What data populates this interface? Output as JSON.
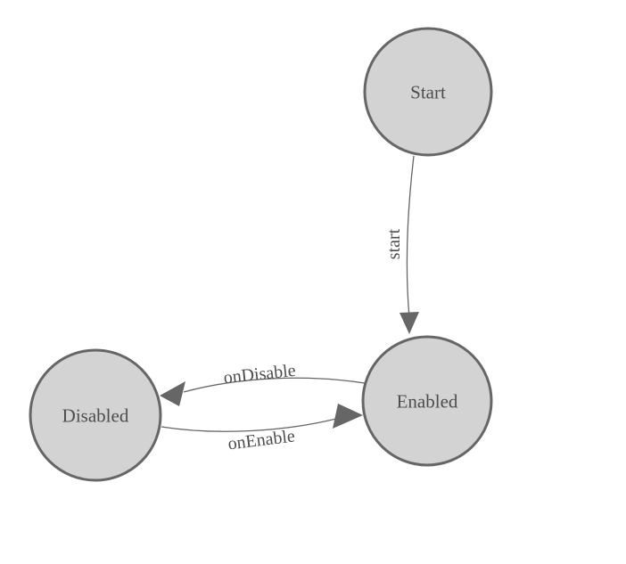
{
  "diagram": {
    "type": "state-machine",
    "background": "#ffffff",
    "colors": {
      "node_fill": "#d3d3d3",
      "node_stroke": "#666666",
      "edge_stroke": "#666666",
      "arrow_fill": "#666666",
      "text": "#4d4d4d"
    },
    "nodes": [
      {
        "id": "start",
        "label": "Start"
      },
      {
        "id": "enabled",
        "label": "Enabled"
      },
      {
        "id": "disabled",
        "label": "Disabled"
      }
    ],
    "edges": [
      {
        "from": "Start",
        "to": "Enabled",
        "label": "start"
      },
      {
        "from": "Enabled",
        "to": "Disabled",
        "label": "onDisable"
      },
      {
        "from": "Disabled",
        "to": "Enabled",
        "label": "onEnable"
      }
    ]
  }
}
